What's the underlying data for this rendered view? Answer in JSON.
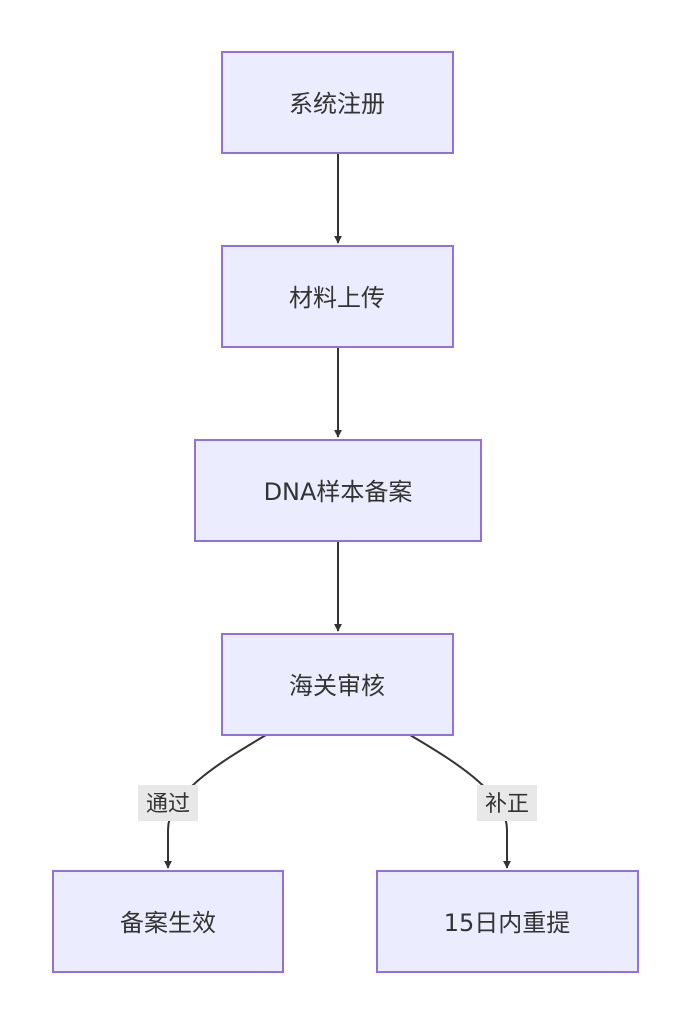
{
  "nodes": {
    "register": "系统注册",
    "upload": "材料上传",
    "dna": "DNA样本备案",
    "review": "海关审核",
    "effective": "备案生效",
    "resubmit": "15日内重提"
  },
  "edges": {
    "pass": "通过",
    "correct": "补正"
  },
  "colors": {
    "node_fill": "#ececff",
    "node_stroke": "#9370db",
    "edge": "#333333",
    "label_bg": "#e8e8e8"
  }
}
